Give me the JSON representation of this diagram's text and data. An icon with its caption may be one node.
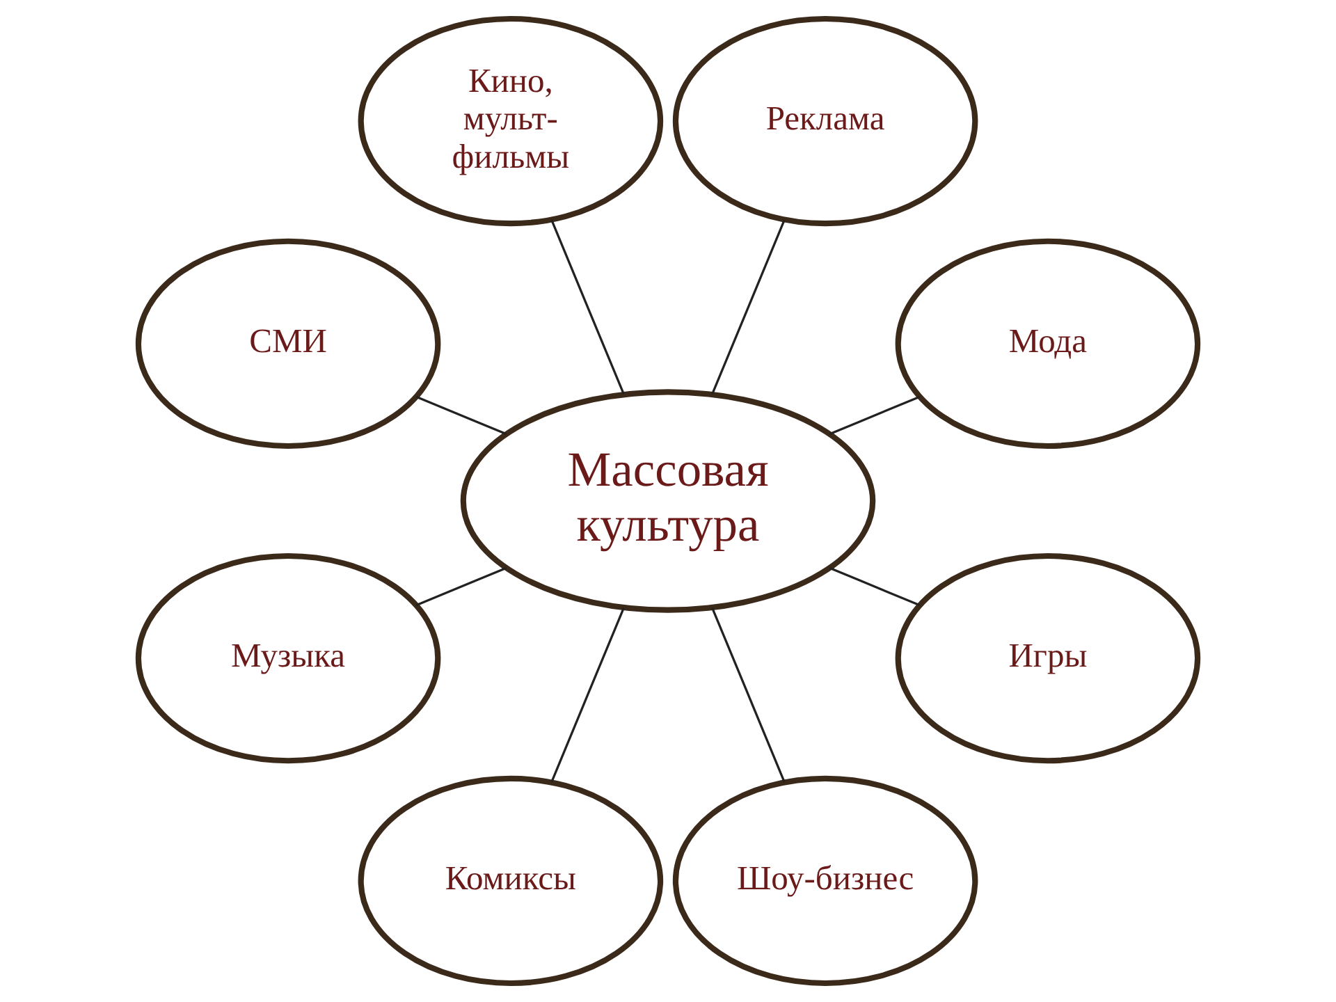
{
  "diagram": {
    "nodes": [
      {
        "text": [
          "Мода"
        ]
      },
      {
        "text": [
          "Реклама"
        ]
      },
      {
        "text": [
          "Кино, мульт- фильмы"
        ]
      },
      {
        "text": [
          "СМИ"
        ]
      },
      {
        "text": [
          "Массовая культура"
        ]
      },
      {
        "text": [
          "Музыка"
        ]
      },
      {
        "text": [
          "Комиксы"
        ]
      },
      {
        "text": [
          "Шоу-бизнес"
        ]
      },
      {
        "text": [
          "Игры"
        ]
      }
    ],
    "edges": [
      {
        "from": 4,
        "to": 0,
        "arrow": "none"
      },
      {
        "from": 4,
        "to": 2,
        "arrow": "none"
      },
      {
        "from": 4,
        "to": 5,
        "arrow": "none"
      },
      {
        "from": 4,
        "to": 7,
        "arrow": "none"
      },
      {
        "from": 4,
        "to": 8,
        "arrow": "none"
      },
      {
        "from": 4,
        "to": 6,
        "arrow": "none"
      },
      {
        "from": 4,
        "to": 3,
        "arrow": "none"
      },
      {
        "from": 4,
        "to": 1,
        "arrow": "none"
      }
    ]
  }
}
